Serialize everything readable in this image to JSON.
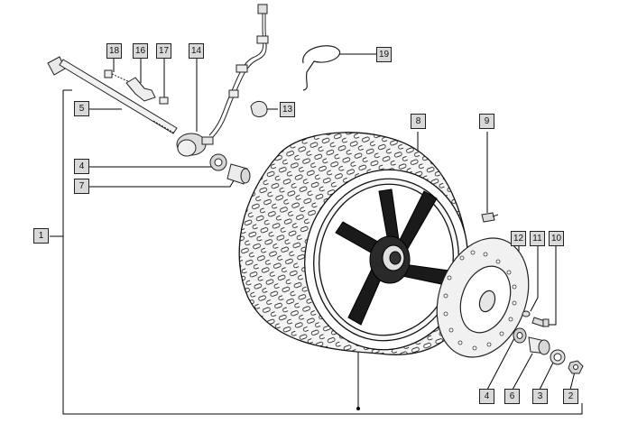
{
  "diagram": {
    "callouts": [
      {
        "id": "c1",
        "label": "1"
      },
      {
        "id": "c2",
        "label": "2"
      },
      {
        "id": "c3",
        "label": "3"
      },
      {
        "id": "c4a",
        "label": "4"
      },
      {
        "id": "c4b",
        "label": "4"
      },
      {
        "id": "c5",
        "label": "5"
      },
      {
        "id": "c6",
        "label": "6"
      },
      {
        "id": "c7",
        "label": "7"
      },
      {
        "id": "c8",
        "label": "8"
      },
      {
        "id": "c9",
        "label": "9"
      },
      {
        "id": "c10",
        "label": "10"
      },
      {
        "id": "c11",
        "label": "11"
      },
      {
        "id": "c12",
        "label": "12"
      },
      {
        "id": "c13",
        "label": "13"
      },
      {
        "id": "c14",
        "label": "14"
      },
      {
        "id": "c16",
        "label": "16"
      },
      {
        "id": "c17",
        "label": "17"
      },
      {
        "id": "c18",
        "label": "18"
      },
      {
        "id": "c19",
        "label": "19"
      }
    ]
  }
}
